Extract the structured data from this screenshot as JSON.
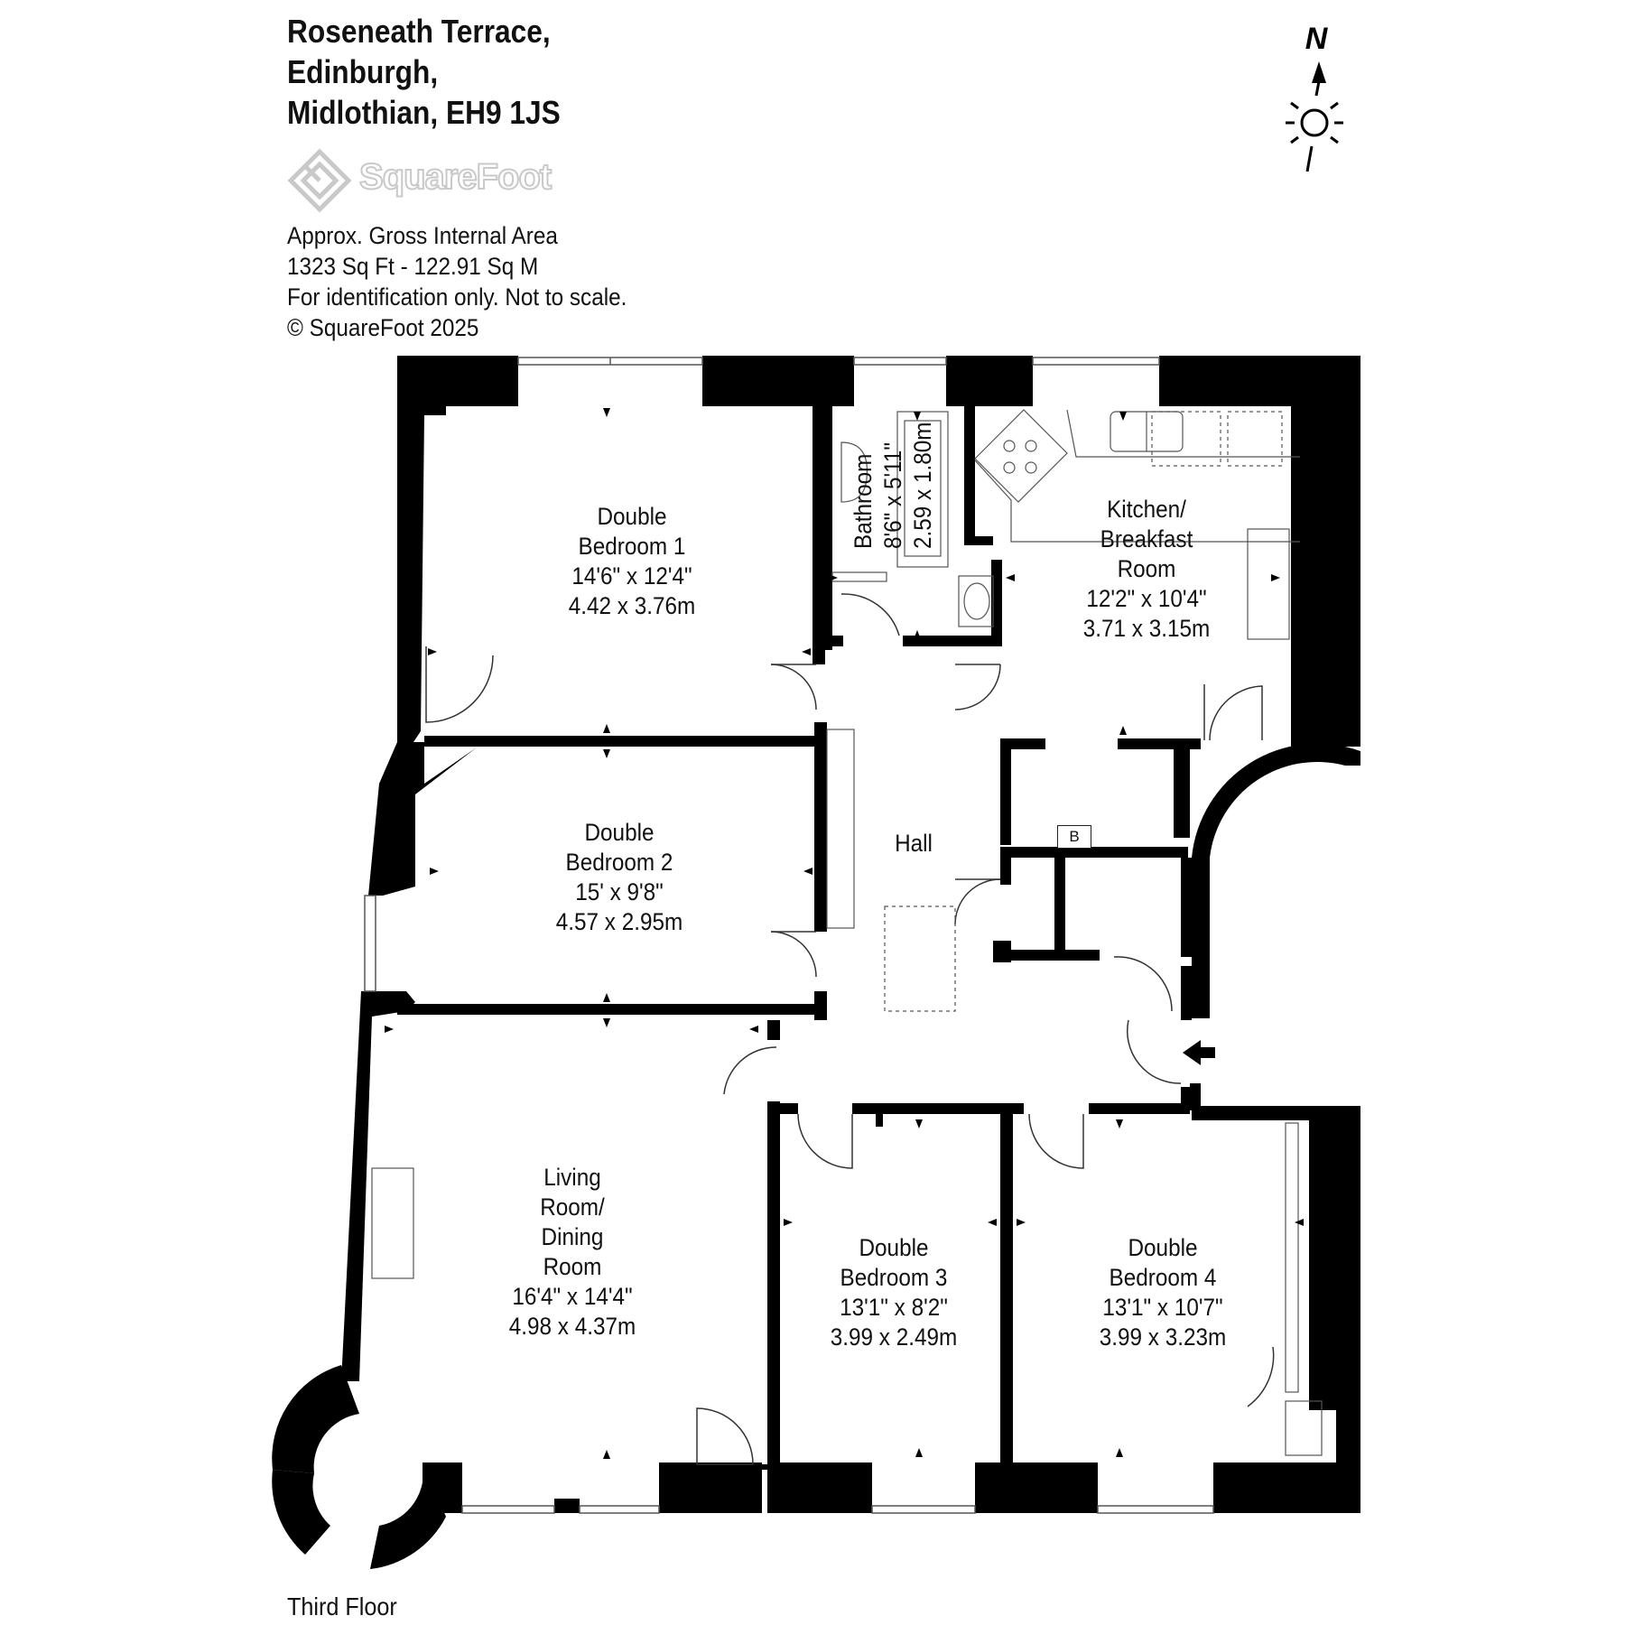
{
  "address": {
    "line1": "Roseneath Terrace,",
    "line2": "Edinburgh,",
    "line3": "Midlothian, EH9 1JS"
  },
  "brand": {
    "name": "SquareFoot",
    "logo_icon": "squarefoot-logo-icon"
  },
  "info": {
    "area_label": "Approx. Gross Internal Area",
    "area_value": "1323 Sq Ft  -  122.91 Sq M",
    "disclaimer": "For identification only. Not to scale.",
    "copyright": "© SquareFoot 2025"
  },
  "compass": {
    "label": "N",
    "icon": "north-arrow-compass-icon"
  },
  "rooms": {
    "bedroom1": {
      "line1": "Double",
      "line2": "Bedroom 1",
      "imperial": "14'6\" x 12'4\"",
      "metric": "4.42 x 3.76m"
    },
    "bathroom": {
      "name": "Bathroom",
      "imperial": "8'6\" x 5'11\"",
      "metric": "2.59 x 1.80m"
    },
    "kitchen": {
      "line1": "Kitchen/",
      "line2": "Breakfast",
      "line3": "Room",
      "imperial": "12'2\" x 10'4\"",
      "metric": "3.71 x 3.15m"
    },
    "bedroom2": {
      "line1": "Double",
      "line2": "Bedroom 2",
      "imperial": "15' x 9'8\"",
      "metric": "4.57 x 2.95m"
    },
    "hall": {
      "name": "Hall"
    },
    "boiler": {
      "label": "B"
    },
    "living": {
      "line1": "Living",
      "line2": "Room/",
      "line3": "Dining",
      "line4": "Room",
      "imperial": "16'4\" x 14'4\"",
      "metric": "4.98 x 4.37m"
    },
    "bedroom3": {
      "line1": "Double",
      "line2": "Bedroom 3",
      "imperial": "13'1\" x 8'2\"",
      "metric": "3.99 x 2.49m"
    },
    "bedroom4": {
      "line1": "Double",
      "line2": "Bedroom 4",
      "imperial": "13'1\" x 10'7\"",
      "metric": "3.99 x 3.23m"
    }
  },
  "floor_label": "Third Floor",
  "colors": {
    "wall": "#000000",
    "fixture_line": "#555555",
    "logo_grey": "#c9c9c9"
  }
}
